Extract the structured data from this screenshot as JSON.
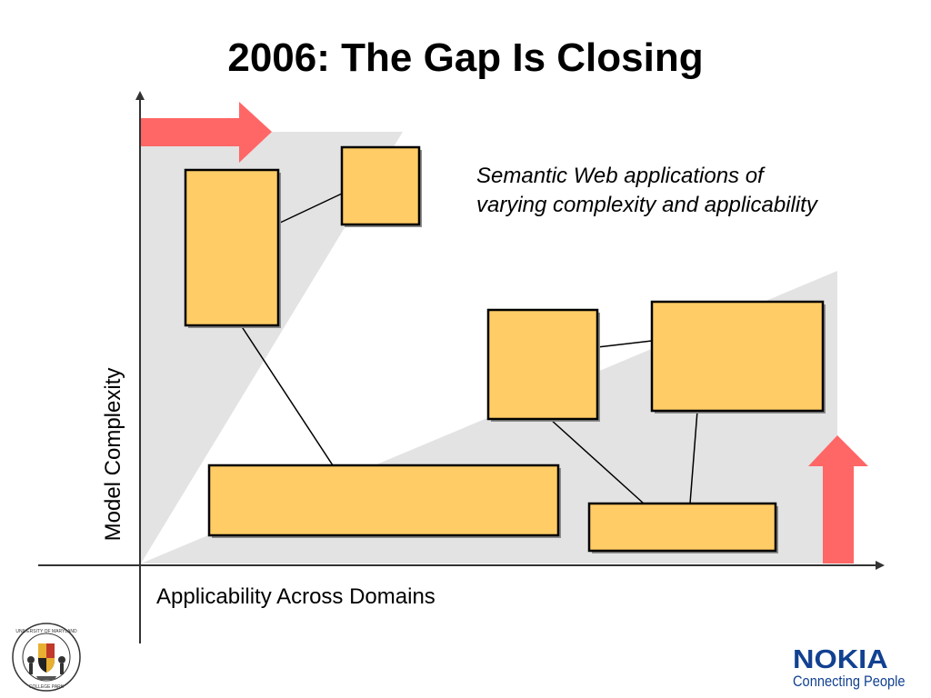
{
  "slide": {
    "title": "2006: The Gap Is Closing",
    "annotation_lines": [
      "Semantic Web applications of",
      "varying complexity and applicability"
    ]
  },
  "axes": {
    "x_label": "Applicability Across Domains",
    "y_label": "Model Complexity"
  },
  "colors": {
    "box_fill": "#ffcc66",
    "box_stroke": "#000000",
    "box_shadow": "#8c8c8c",
    "arrow": "#ff6666",
    "region": "#e3e3e3",
    "axis": "#333333"
  },
  "diagram": {
    "boxes": [
      "box-tall-upper-left",
      "box-small-top",
      "box-wide-bottom",
      "box-mid-right",
      "box-large-right",
      "box-small-bottom-right"
    ],
    "arrows": [
      "arrow-right",
      "arrow-up"
    ]
  },
  "logos": {
    "nokia_brand": "NOKIA",
    "nokia_tagline": "Connecting People",
    "university": "UNIVERSITY OF MARYLAND COLLEGE PARK"
  }
}
